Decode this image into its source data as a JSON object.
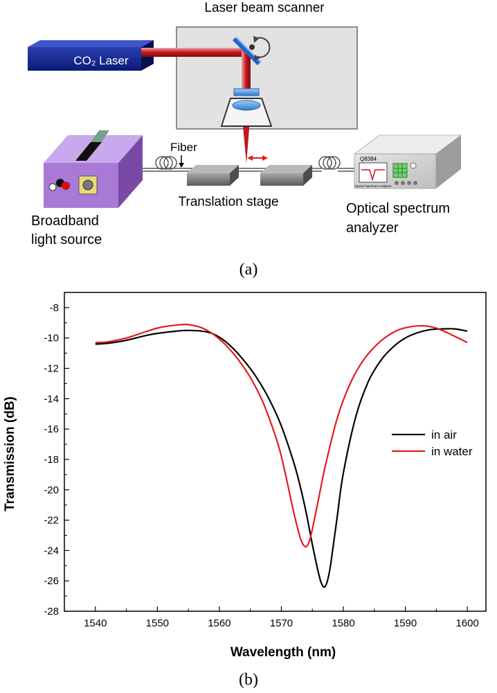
{
  "schematic": {
    "laser_beam_scanner_label": "Laser beam scanner",
    "co2_laser_label": "CO₂ Laser",
    "fiber_label": "Fiber",
    "translation_stage_label": "Translation stage",
    "broadband_label_line1": "Broadband",
    "broadband_label_line2": "light source",
    "osa_label_line1": "Optical spectrum",
    "osa_label_line2": "analyzer",
    "osa_model": "Q8384",
    "osa_panel_text": "Optical Spectrum Analyzer",
    "caption": "(a)"
  },
  "plot_caption": "(b)",
  "chart_data": {
    "type": "line",
    "title": "",
    "xlabel": "Wavelength (nm)",
    "ylabel": "Transmission (dB)",
    "xlim": [
      1535,
      1603
    ],
    "ylim": [
      -28,
      -7
    ],
    "x_ticks": [
      1540,
      1550,
      1560,
      1570,
      1580,
      1590,
      1600
    ],
    "y_ticks": [
      -8,
      -10,
      -12,
      -14,
      -16,
      -18,
      -20,
      -22,
      -24,
      -26,
      -28
    ],
    "grid": false,
    "legend_position": "right",
    "series": [
      {
        "name": "in air",
        "color": "#000000",
        "x": [
          1540,
          1542,
          1545,
          1548,
          1550,
          1553,
          1555,
          1558,
          1560,
          1562,
          1564,
          1566,
          1568,
          1570,
          1572,
          1573,
          1574,
          1575,
          1576,
          1576.5,
          1577,
          1577.5,
          1578,
          1579,
          1580,
          1582,
          1584,
          1586,
          1588,
          1590,
          1592,
          1594,
          1596,
          1598,
          1600
        ],
        "y": [
          -10.4,
          -10.35,
          -10.15,
          -9.85,
          -9.7,
          -9.55,
          -9.5,
          -9.6,
          -9.95,
          -10.6,
          -11.5,
          -12.6,
          -14.0,
          -15.8,
          -18.2,
          -19.7,
          -21.5,
          -23.6,
          -25.5,
          -26.2,
          -26.4,
          -25.9,
          -24.8,
          -21.8,
          -18.9,
          -15.2,
          -12.9,
          -11.5,
          -10.6,
          -10.0,
          -9.65,
          -9.45,
          -9.4,
          -9.4,
          -9.55
        ]
      },
      {
        "name": "in water",
        "color": "#e41a1c",
        "x": [
          1540,
          1542,
          1545,
          1548,
          1550,
          1552,
          1554,
          1555,
          1557,
          1559,
          1561,
          1563,
          1565,
          1567,
          1569,
          1570,
          1571,
          1572,
          1573,
          1573.5,
          1574,
          1574.5,
          1575,
          1576,
          1577,
          1579,
          1581,
          1583,
          1585,
          1587,
          1589,
          1591,
          1593,
          1595,
          1597,
          1599,
          1600
        ],
        "y": [
          -10.3,
          -10.25,
          -10.0,
          -9.6,
          -9.35,
          -9.2,
          -9.12,
          -9.12,
          -9.3,
          -9.75,
          -10.45,
          -11.4,
          -12.6,
          -14.2,
          -16.4,
          -17.8,
          -19.6,
          -21.5,
          -23.1,
          -23.6,
          -23.75,
          -23.4,
          -22.6,
          -20.6,
          -18.6,
          -15.3,
          -13.1,
          -11.6,
          -10.6,
          -9.9,
          -9.45,
          -9.25,
          -9.2,
          -9.35,
          -9.7,
          -10.1,
          -10.3
        ]
      }
    ]
  }
}
